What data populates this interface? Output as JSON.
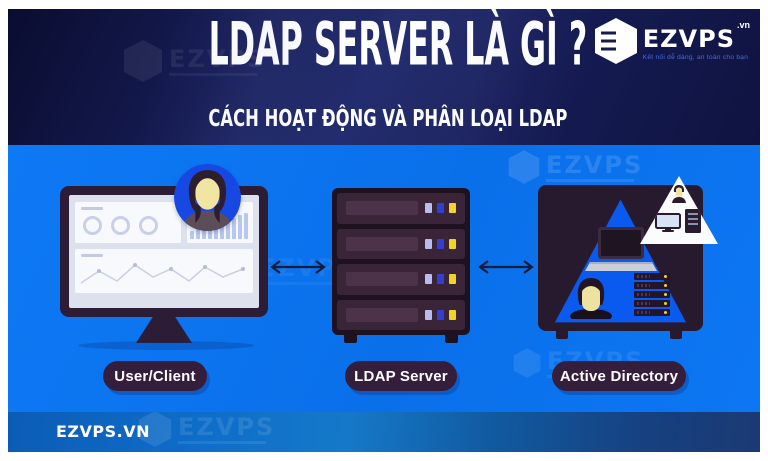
{
  "header": {
    "title": "LDAP SERVER LÀ GÌ ?",
    "subtitle": "CÁCH HOẠT ĐỘNG VÀ PHÂN LOẠI LDAP"
  },
  "logo": {
    "brand": "EZVPS",
    "tld": ".vn",
    "tagline": "Kết nối dễ dàng, an toàn cho bạn"
  },
  "diagram": {
    "nodes": [
      {
        "id": "user-client",
        "label": "User/Client"
      },
      {
        "id": "ldap-server",
        "label": "LDAP Server"
      },
      {
        "id": "active-directory",
        "label": "Active Directory"
      }
    ],
    "connector": "double-arrow"
  },
  "footer": {
    "site": "EZVPS.VN"
  },
  "watermark": {
    "brand": "EZVPS"
  },
  "colors": {
    "body_blue": "#0b74f2",
    "header_navy": "#141a52",
    "illustration_plum": "#2c1c36",
    "pill_dark": "#351e3c",
    "triangle_blue": "#0b5af0",
    "led_yellow": "#f2d426",
    "avatar_blue": "#1848e2",
    "tagline_blue": "#4a6cdd"
  }
}
